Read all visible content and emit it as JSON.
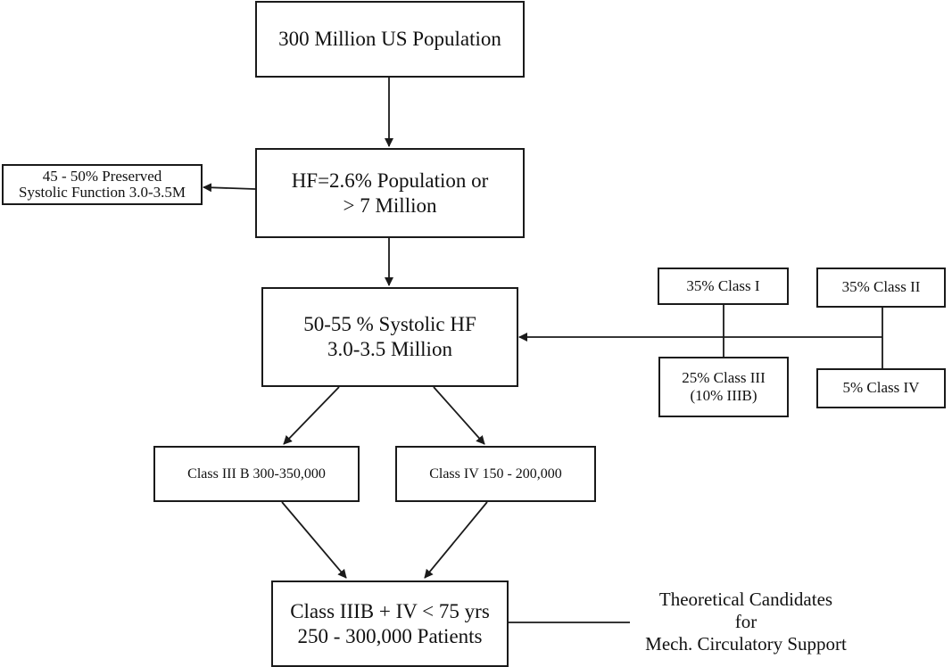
{
  "nodes": {
    "us_population": {
      "line1": "300 Million US Population"
    },
    "hf_population": {
      "line1": "HF=2.6% Population or",
      "line2": "> 7 Million"
    },
    "preserved_systolic": {
      "line1": "45 - 50% Preserved",
      "line2": "Systolic Function 3.0-3.5M"
    },
    "systolic_hf": {
      "line1": "50-55 % Systolic HF",
      "line2": "3.0-3.5 Million"
    },
    "class_1": {
      "line1": "35% Class I"
    },
    "class_2": {
      "line1": "35% Class II"
    },
    "class_3": {
      "line1": "25% Class III",
      "line2": "(10% IIIB)"
    },
    "class_4": {
      "line1": "5% Class IV"
    },
    "class_3b_count": {
      "line1": "Class III B 300-350,000"
    },
    "class_4_count": {
      "line1": "Class IV 150 - 200,000"
    },
    "candidates": {
      "line1": "Class IIIB + IV < 75 yrs",
      "line2": "250 - 300,000 Patients"
    }
  },
  "annotation": {
    "line1": "Theoretical Candidates",
    "line2": "for",
    "line3": "Mech. Circulatory Support"
  }
}
